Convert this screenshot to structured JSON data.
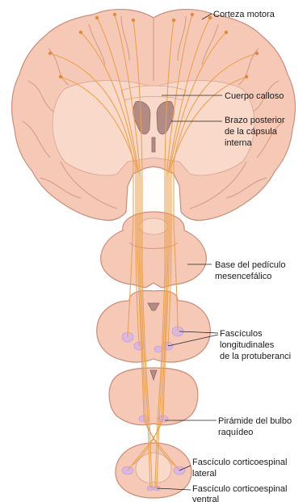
{
  "labels": {
    "motor_cortex": "Corteza motora",
    "corpus_callosum": "Cuerpo calloso",
    "internal_capsule_1": "Brazo posterior",
    "internal_capsule_2": "de la cápsula",
    "internal_capsule_3": "interna",
    "cerebral_peduncle_1": "Base del pedículo",
    "cerebral_peduncle_2": "mesencefálico",
    "pons_fascicles_1": "Fascículos",
    "pons_fascicles_2": "longitudinales",
    "pons_fascicles_3": "de la protuberanci",
    "medullary_pyramid_1": "Pirámide del bulbo",
    "medullary_pyramid_2": "raquídeo",
    "lateral_cst_1": "Fascículo corticoespinal",
    "lateral_cst_2": "lateral",
    "ventral_cst_1": "Fascículo corticoespinal",
    "ventral_cst_2": "ventral"
  },
  "colors": {
    "tissue": "#f6c9b6",
    "tract": "#e9a04a",
    "nuclei": "#d9b6e8",
    "ventricle": "#b28b84"
  }
}
